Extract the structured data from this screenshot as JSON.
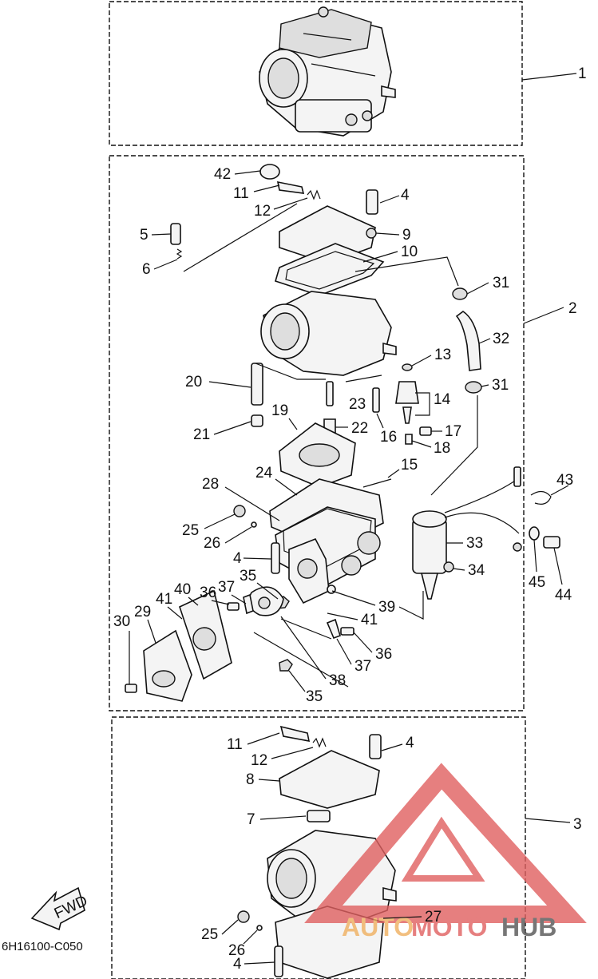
{
  "diagram_code": "6H16100-C050",
  "fwd_label": "FWD",
  "watermark": {
    "brand_left": "AUTO",
    "brand_mid": "MOTO",
    "brand_right": "HUB",
    "color_red": "#e06060",
    "color_orange": "#f0b060",
    "color_gray": "#555555"
  },
  "labels": {
    "l1": "1",
    "l2": "2",
    "l3": "3",
    "l4a": "4",
    "l4b": "4",
    "l4c": "4",
    "l4d": "4",
    "l5": "5",
    "l6": "6",
    "l7": "7",
    "l8": "8",
    "l9": "9",
    "l10": "10",
    "l11a": "11",
    "l11b": "11",
    "l12a": "12",
    "l12b": "12",
    "l13": "13",
    "l14": "14",
    "l15": "15",
    "l16": "16",
    "l17": "17",
    "l18": "18",
    "l19": "19",
    "l20": "20",
    "l21": "21",
    "l22": "22",
    "l23": "23",
    "l24": "24",
    "l25a": "25",
    "l25b": "25",
    "l26a": "26",
    "l26b": "26",
    "l27": "27",
    "l28": "28",
    "l29": "29",
    "l30": "30",
    "l31a": "31",
    "l31b": "31",
    "l32": "32",
    "l33": "33",
    "l34": "34",
    "l35a": "35",
    "l35b": "35",
    "l36a": "36",
    "l36b": "36",
    "l37a": "37",
    "l37b": "37",
    "l38": "38",
    "l39": "39",
    "l40": "40",
    "l41a": "41",
    "l41b": "41",
    "l42": "42",
    "l43": "43",
    "l44": "44",
    "l45": "45"
  }
}
